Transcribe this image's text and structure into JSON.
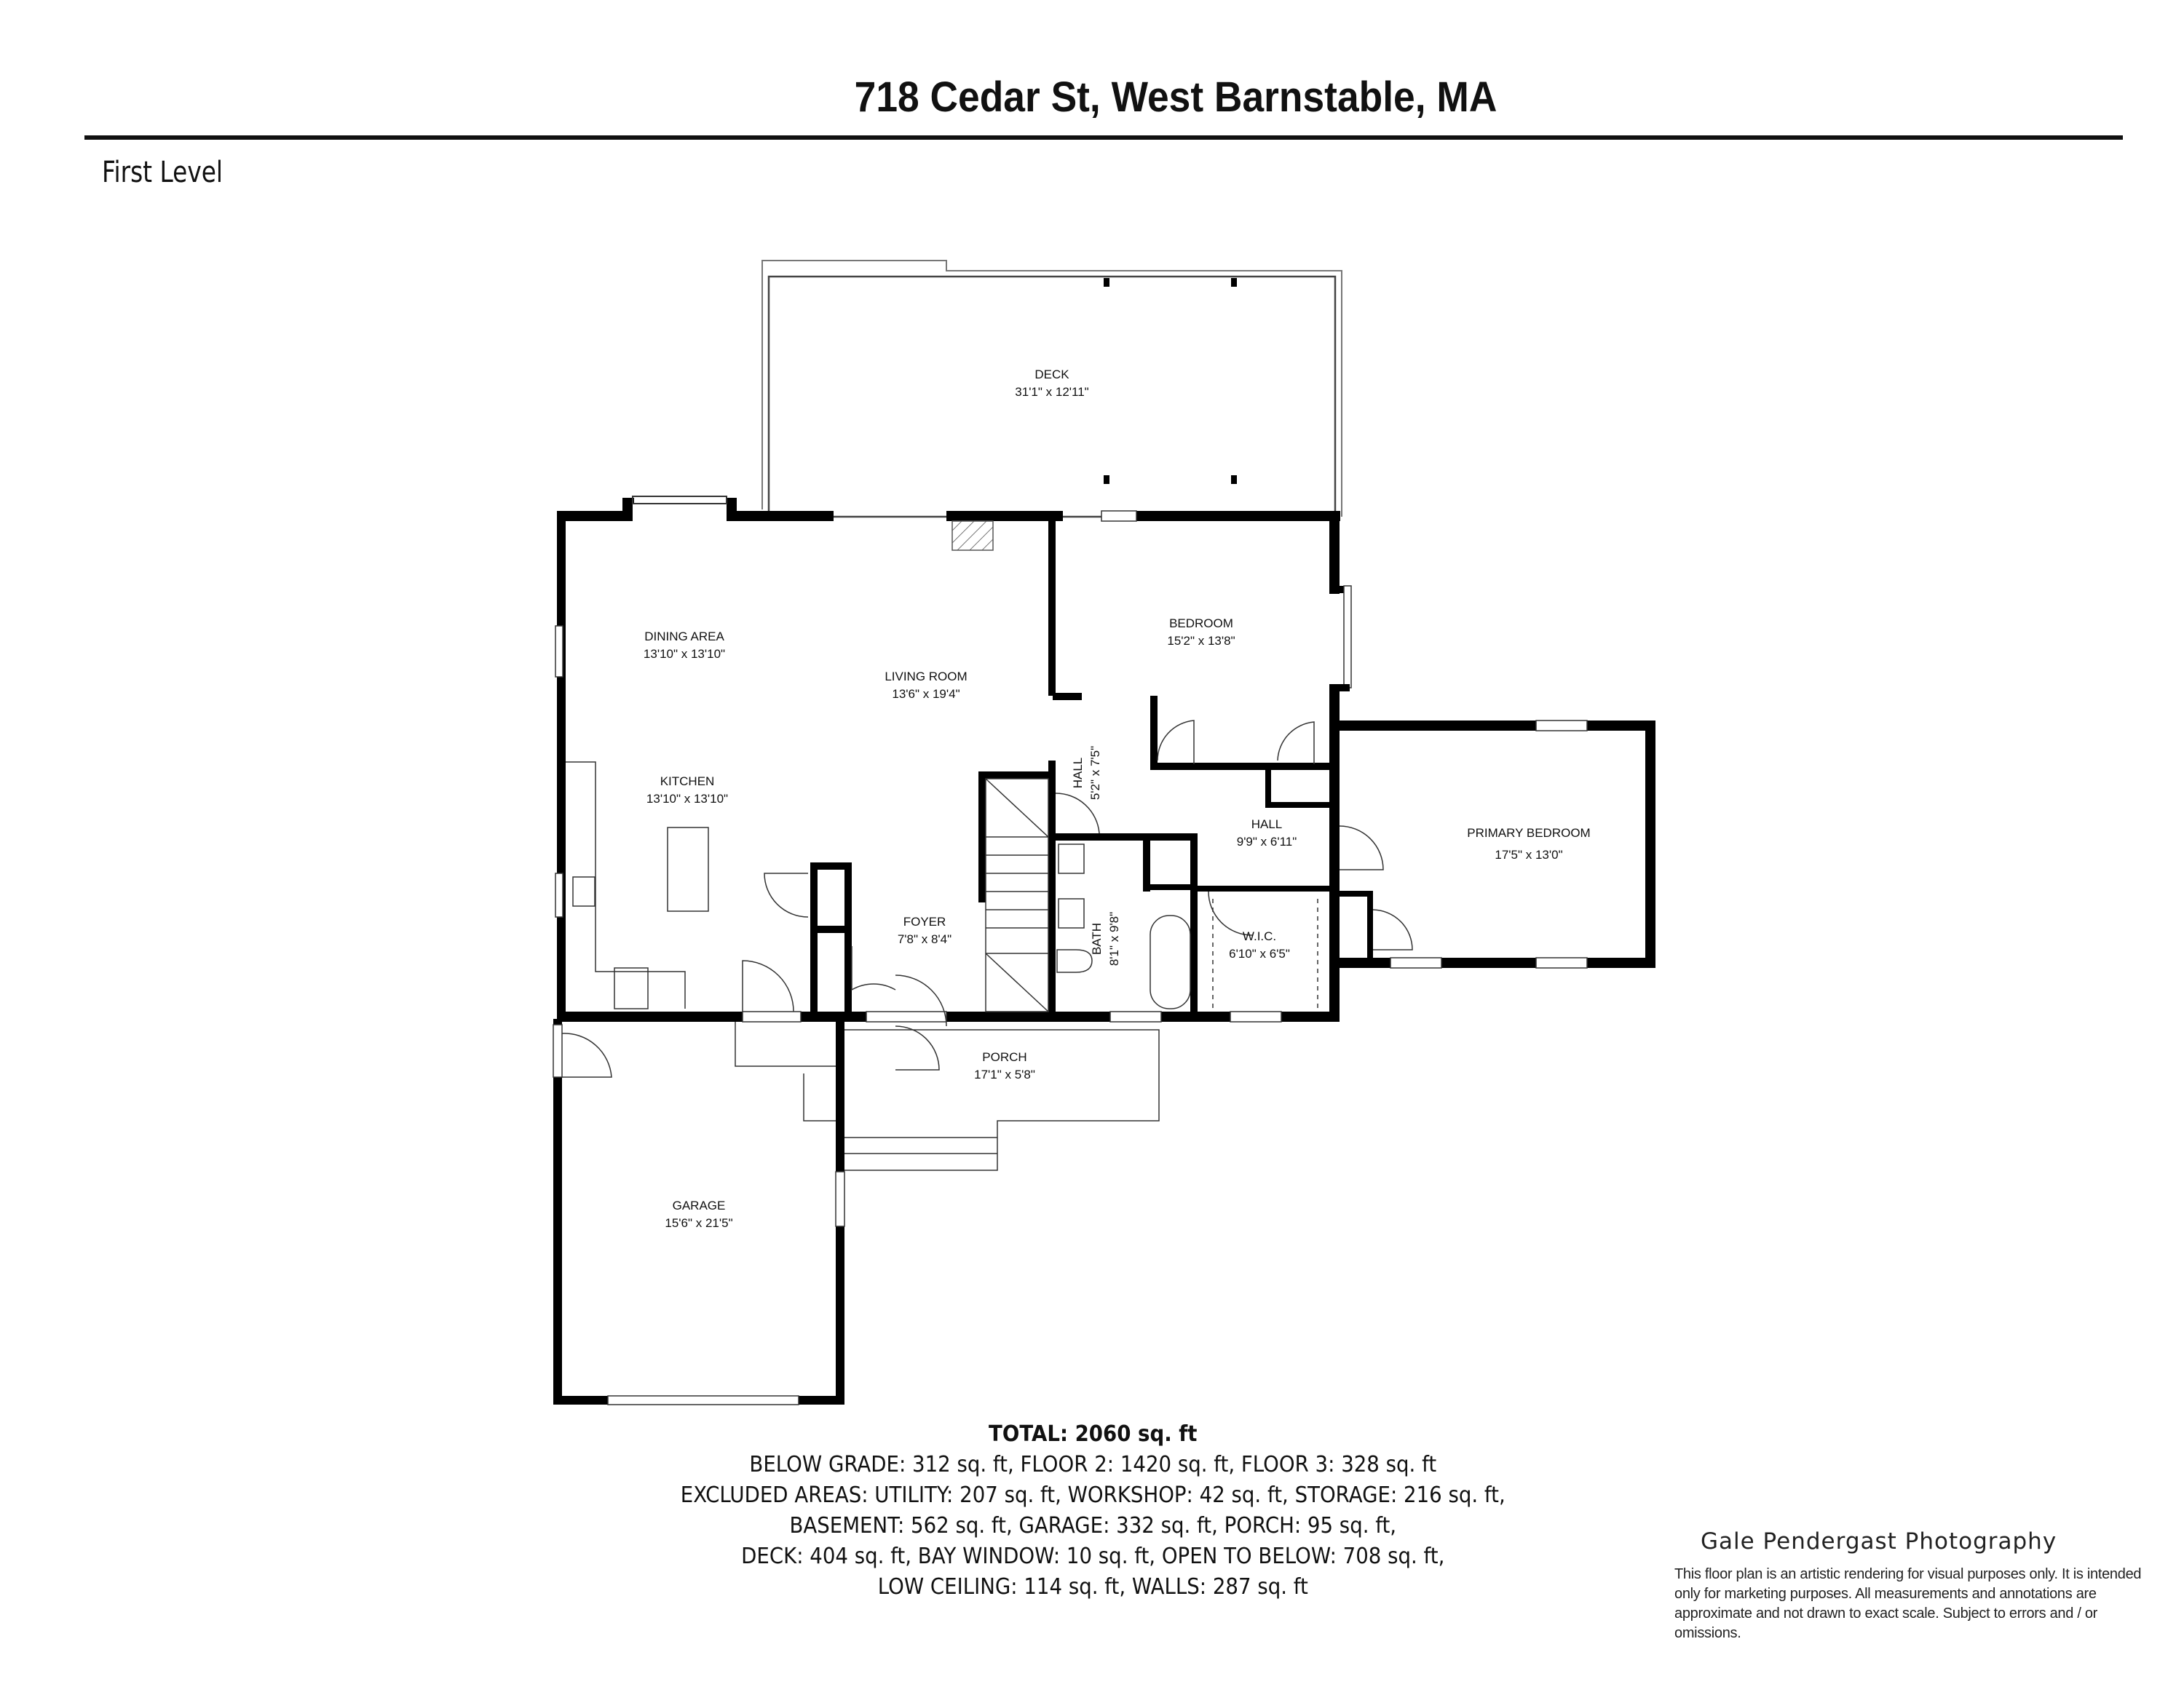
{
  "header": {
    "title": "718 Cedar St, West Barnstable,  MA",
    "level": "First Level"
  },
  "rooms": {
    "deck": {
      "name": "DECK",
      "dims": "31'1\" x 12'11\""
    },
    "dining": {
      "name": "DINING AREA",
      "dims": "13'10\" x 13'10\""
    },
    "living": {
      "name": "LIVING ROOM",
      "dims": "13'6\" x 19'4\""
    },
    "bedroom": {
      "name": "BEDROOM",
      "dims": "15'2\" x 13'8\""
    },
    "kitchen": {
      "name": "KITCHEN",
      "dims": "13'10\" x 13'10\""
    },
    "hall_small": {
      "name": "HALL",
      "dims": "5'2\" x 7'5\""
    },
    "hall": {
      "name": "HALL",
      "dims": "9'9\" x 6'11\""
    },
    "primary_bedroom": {
      "name": "PRIMARY BEDROOM",
      "dims": "17'5\" x 13'0\""
    },
    "foyer": {
      "name": "FOYER",
      "dims": "7'8\" x 8'4\""
    },
    "bath": {
      "name": "BATH",
      "dims": "8'1\" x 9'8\""
    },
    "wic": {
      "name": "W.I.C.",
      "dims": "6'10\" x 6'5\""
    },
    "porch": {
      "name": "PORCH",
      "dims": "17'1\" x 5'8\""
    },
    "garage": {
      "name": "GARAGE",
      "dims": "15'6\" x 21'5\""
    }
  },
  "summary": {
    "total": "TOTAL: 2060 sq. ft",
    "lines": [
      "BELOW GRADE: 312 sq. ft, FLOOR 2: 1420 sq. ft, FLOOR 3: 328 sq. ft",
      "EXCLUDED AREAS: UTILITY: 207 sq. ft, WORKSHOP: 42 sq. ft, STORAGE: 216 sq. ft,",
      "BASEMENT: 562 sq. ft, GARAGE: 332 sq. ft, PORCH: 95 sq. ft,",
      "DECK: 404 sq. ft, BAY WINDOW: 10 sq. ft, OPEN TO BELOW: 708 sq. ft,",
      "LOW CEILING: 114 sq. ft, WALLS: 287 sq. ft"
    ]
  },
  "footer": {
    "brand": "Gale Pendergast Photography",
    "disclaimer": "This floor plan is an artistic rendering for visual purposes only. It is intended only for marketing purposes. All measurements and annotations are approximate and not drawn to exact scale. Subject to errors and / or omissions."
  },
  "colors": {
    "wall": "#000000",
    "line": "#333333",
    "background": "#ffffff"
  }
}
